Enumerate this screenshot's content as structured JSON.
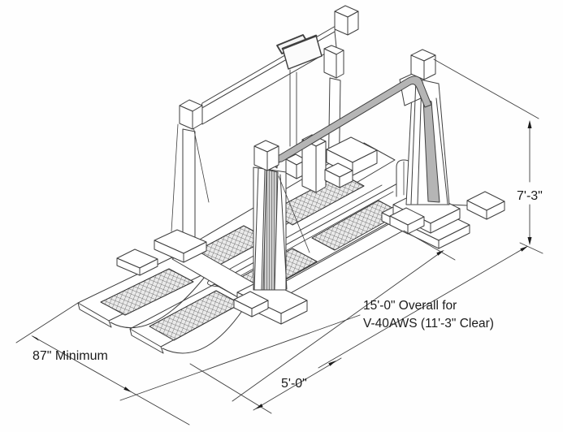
{
  "drawing": {
    "type": "isometric line drawing",
    "subject": "V-40AWS automatic wash system gantry with drive-on ramps and mesh treads",
    "line_color": "#3f3f3f",
    "background_color": "#ffffff",
    "mesh_fill": "#e9e9e9",
    "track_band_color": "#b5b5b5"
  },
  "annotations": {
    "height_dim": "7'-3\"",
    "overall_dim_line1": "15'-0\" Overall for",
    "overall_dim_line2": "V-40AWS (11'-3\" Clear)",
    "approach_dim": "87\" Minimum",
    "track_width_dim": "5'-0\""
  }
}
